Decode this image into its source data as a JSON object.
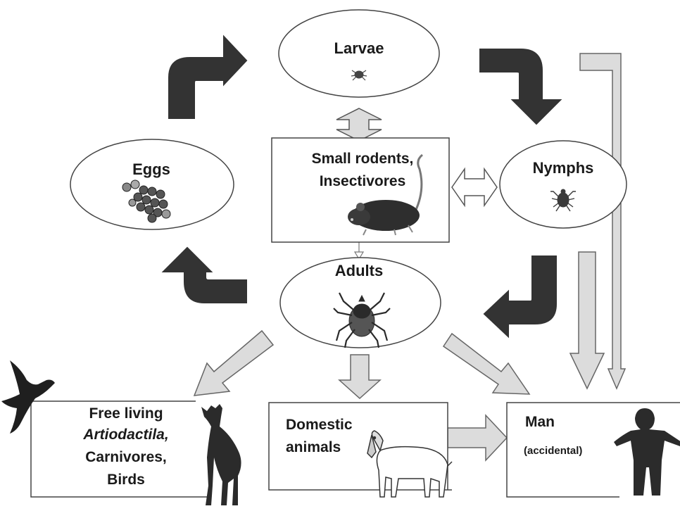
{
  "diagram": {
    "stages": {
      "larvae": "Larvae",
      "eggs": "Eggs",
      "nymphs": "Nymphs",
      "adults": "Adults"
    },
    "hosts": {
      "small_hosts_line1": "Small rodents,",
      "small_hosts_line2": "Insectivores",
      "wild_line1": "Free living",
      "wild_line2": "Artiodactila,",
      "wild_line3": "Carnivores,",
      "wild_line4": "Birds",
      "domestic_line1": "Domestic",
      "domestic_line2": "animals",
      "man": "Man",
      "man_note": "(accidental)"
    },
    "colors": {
      "cycle_arrow": "#333333",
      "host_arrow": "#d8d8d8",
      "outline": "#444444",
      "silhouette": "#2b2b2b"
    },
    "icons": [
      "tick-icon",
      "egg-cluster-icon",
      "mouse-icon",
      "bird-icon",
      "deer-icon",
      "goat-icon",
      "child-icon"
    ]
  }
}
